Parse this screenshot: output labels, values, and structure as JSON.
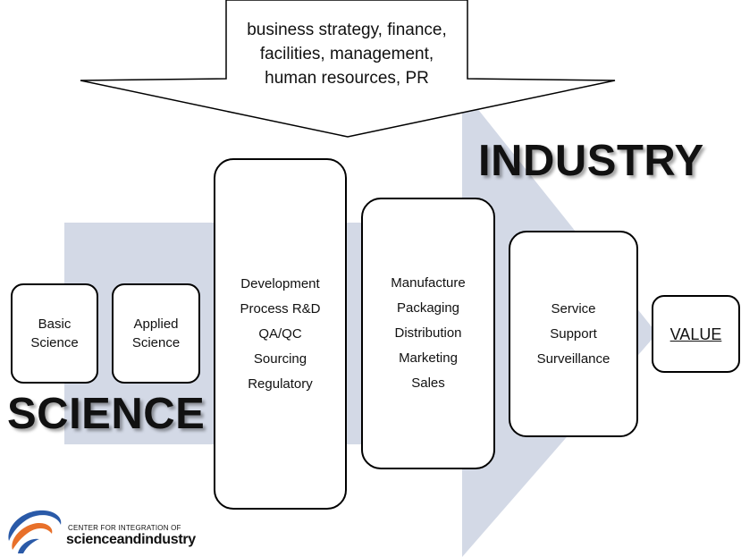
{
  "top_arrow": {
    "lines": [
      "business strategy, finance,",
      "facilities, management,",
      "human resources, PR"
    ]
  },
  "labels": {
    "industry": "INDUSTRY",
    "science": "SCIENCE"
  },
  "boxes": {
    "basic": [
      "Basic",
      "Science"
    ],
    "applied": [
      "Applied",
      "Science"
    ],
    "development": [
      "Development",
      "Process R&D",
      "QA/QC",
      "Sourcing",
      "Regulatory"
    ],
    "manufacture": [
      "Manufacture",
      "Packaging",
      "Distribution",
      "Marketing",
      "Sales"
    ],
    "service": [
      "Service",
      "Support",
      "Surveillance"
    ],
    "value": "VALUE"
  },
  "logo": {
    "tagline": "CENTER FOR INTEGRATION OF",
    "name": "scienceandindustry"
  },
  "colors": {
    "arrow_fill": "#d3d9e6",
    "logo_blue": "#2a5aa8",
    "logo_orange": "#e8702a"
  }
}
